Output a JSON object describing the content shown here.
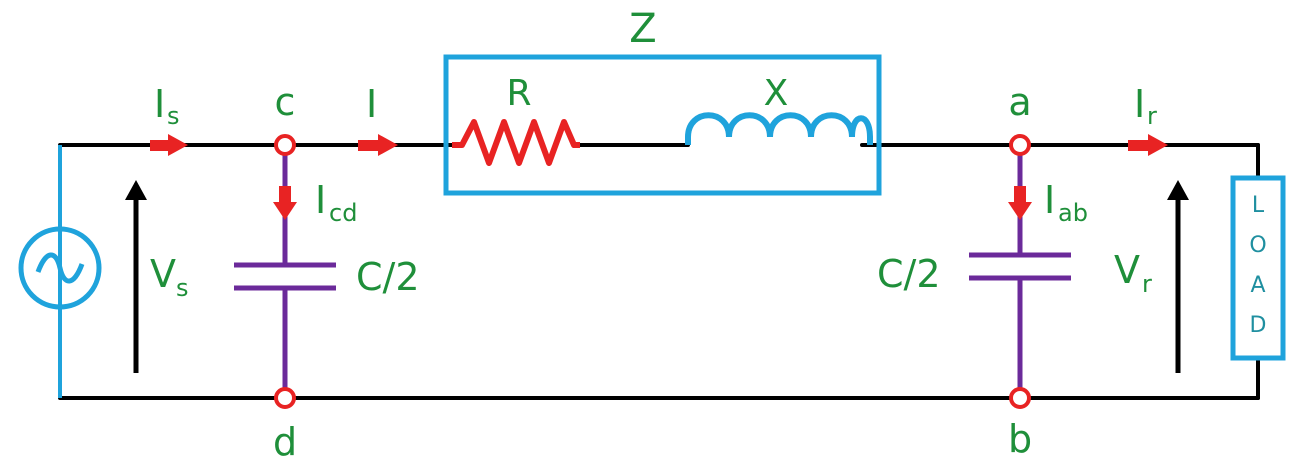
{
  "labels": {
    "impedance": "Z",
    "resistance": "R",
    "reactance": "X",
    "current_source_main": "I",
    "current_source_sub": "s",
    "node_c": "c",
    "line_current": "I",
    "node_a": "a",
    "current_receive_main": "I",
    "current_receive_sub": "r",
    "current_cd_main": "I",
    "current_cd_sub": "cd",
    "current_ab_main": "I",
    "current_ab_sub": "ab",
    "voltage_source_main": "V",
    "voltage_source_sub": "s",
    "voltage_receive_main": "V",
    "voltage_receive_sub": "r",
    "cap_left": "C/2",
    "cap_right": "C/2",
    "node_d": "d",
    "node_b": "b",
    "load": [
      "L",
      "O",
      "A",
      "D"
    ]
  },
  "colors": {
    "label": "#1f8f3a",
    "wire": "#000000",
    "arrow": "#e82323",
    "resistor": "#e82323",
    "inductor": "#1fa3dc",
    "impedance_box": "#1fa3dc",
    "capacitor": "#6b2a9a",
    "source": "#1fa3dc",
    "load_box": "#1fa3dc"
  }
}
